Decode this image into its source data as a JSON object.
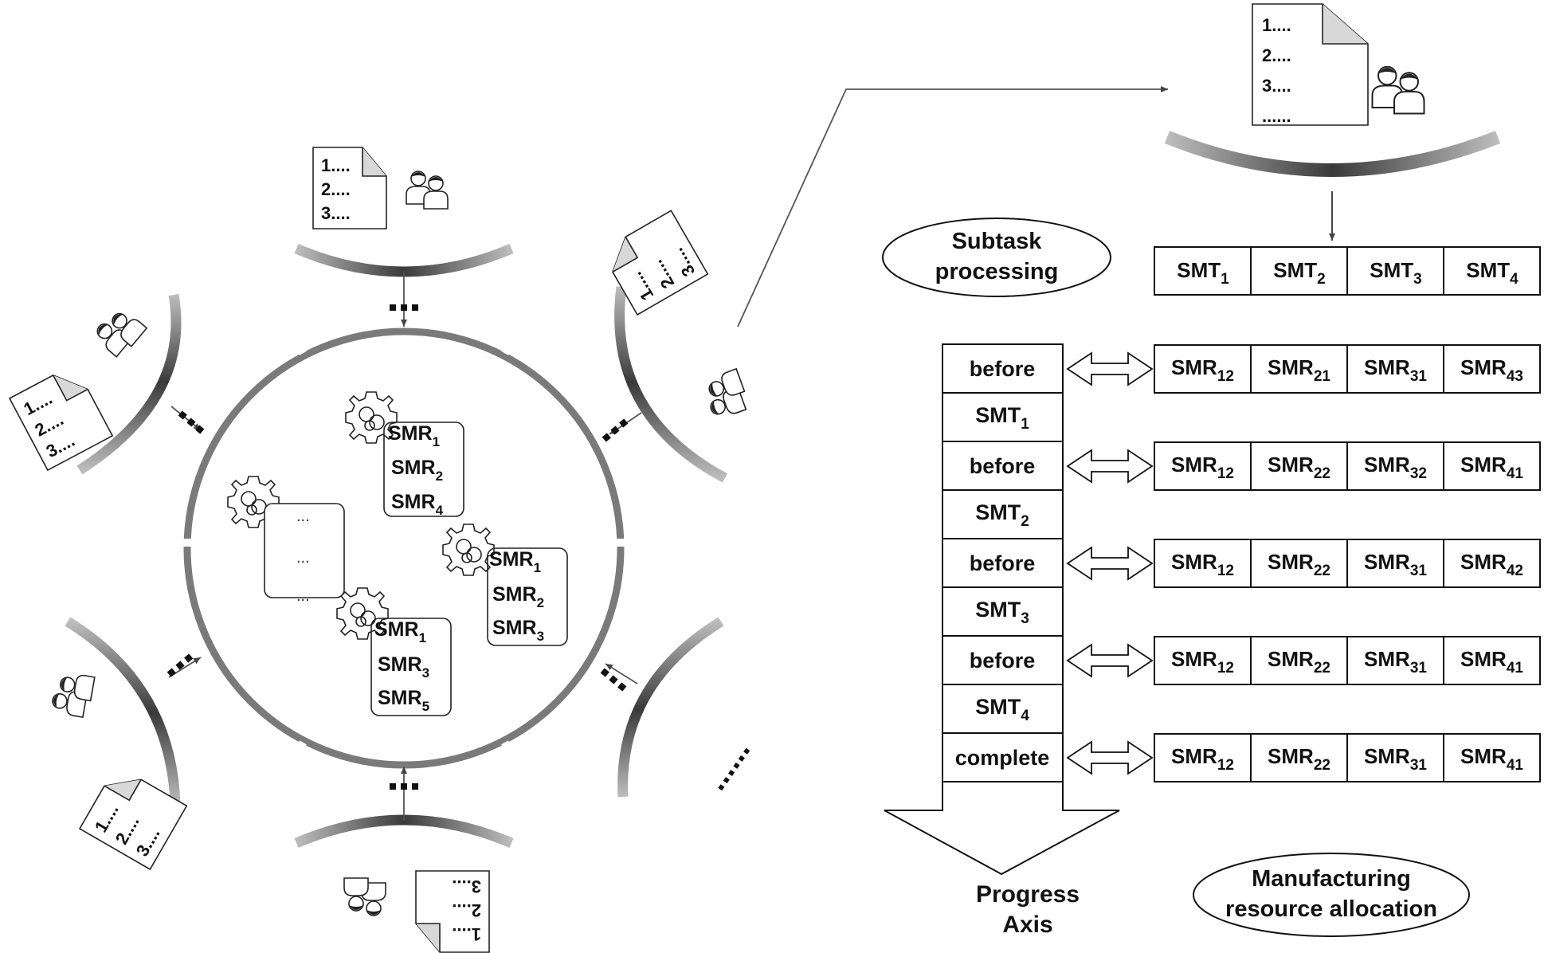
{
  "platform_left": {
    "inner_boxes": [
      {
        "items": [
          "SMR",
          "SMR",
          "SMR"
        ],
        "subs": [
          "1",
          "2",
          "4"
        ]
      },
      {
        "items": [
          "SMR",
          "SMR",
          "SMR"
        ],
        "subs": [
          "1",
          "2",
          "3"
        ]
      },
      {
        "items": [
          "SMR",
          "SMR",
          "SMR"
        ],
        "subs": [
          "1",
          "3",
          "5"
        ]
      }
    ],
    "ellipsis_box": [
      "...",
      "...",
      "..."
    ],
    "doc_lines": [
      "1....",
      "2....",
      "3...."
    ],
    "more_marker": "......"
  },
  "right_doc_lines": [
    "1....",
    "2....",
    "3....",
    "......"
  ],
  "subtask_label": [
    "Subtask",
    "processing"
  ],
  "smt_header": {
    "cells": [
      {
        "base": "SMT",
        "sub": "1"
      },
      {
        "base": "SMT",
        "sub": "2"
      },
      {
        "base": "SMT",
        "sub": "3"
      },
      {
        "base": "SMT",
        "sub": "4"
      }
    ]
  },
  "progress": {
    "column": [
      {
        "text": "before"
      },
      {
        "base": "SMT",
        "sub": "1"
      },
      {
        "text": "before"
      },
      {
        "base": "SMT",
        "sub": "2"
      },
      {
        "text": "before"
      },
      {
        "base": "SMT",
        "sub": "3"
      },
      {
        "text": "before"
      },
      {
        "base": "SMT",
        "sub": "4"
      },
      {
        "text": "complete"
      }
    ],
    "axis_label": [
      "Progress",
      "Axis"
    ]
  },
  "allocation_rows": [
    {
      "base": "SMR",
      "subs": [
        "12",
        "21",
        "31",
        "43"
      ]
    },
    {
      "base": "SMR",
      "subs": [
        "12",
        "22",
        "32",
        "41"
      ]
    },
    {
      "base": "SMR",
      "subs": [
        "12",
        "22",
        "31",
        "42"
      ]
    },
    {
      "base": "SMR",
      "subs": [
        "12",
        "22",
        "31",
        "41"
      ]
    },
    {
      "base": "SMR",
      "subs": [
        "12",
        "22",
        "31",
        "41"
      ]
    }
  ],
  "allocation_label": [
    "Manufacturing",
    "resource allocation"
  ],
  "colors": {
    "stroke": "#111111",
    "arc": "#777777",
    "arc_dark": "#444444"
  }
}
